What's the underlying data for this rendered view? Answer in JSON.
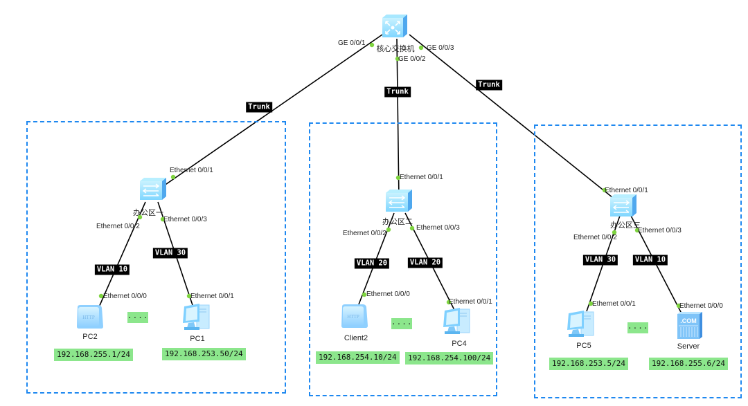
{
  "core": {
    "name": "核心交换机",
    "ports": [
      "GE 0/0/1",
      "GE 0/0/2",
      "GE 0/0/3"
    ]
  },
  "trunk_label": "Trunk",
  "zones": [
    {
      "name": "办公区一",
      "uplink_port": "Ethernet 0/0/1",
      "left_port": "Ethernet 0/0/2",
      "right_port": "Ethernet 0/0/3",
      "left_vlan": "VLAN 10",
      "right_vlan": "VLAN 30",
      "left_device": {
        "name": "PC2",
        "type": "http-client",
        "port": "Ethernet 0/0/0",
        "ip": "192.168.255.1/24"
      },
      "right_device": {
        "name": "PC1",
        "type": "pc",
        "port": "Ethernet 0/0/1",
        "ip": "192.168.253.50/24"
      },
      "ellipsis": "...."
    },
    {
      "name": "办公区二",
      "uplink_port": "Ethernet 0/0/1",
      "left_port": "Ethernet 0/0/2",
      "right_port": "Ethernet 0/0/3",
      "left_vlan": "VLAN 20",
      "right_vlan": "VLAN 20",
      "left_device": {
        "name": "Client2",
        "type": "http-client",
        "port": "Ethernet 0/0/0",
        "ip": "192.168.254.10/24"
      },
      "right_device": {
        "name": "PC4",
        "type": "pc",
        "port": "Ethernet 0/0/1",
        "ip": "192.168.254.100/24"
      },
      "ellipsis": "...."
    },
    {
      "name": "办公区三",
      "uplink_port": "Ethernet 0/0/1",
      "left_port": "Ethernet 0/0/2",
      "right_port": "Ethernet 0/0/3",
      "left_vlan": "VLAN 30",
      "right_vlan": "VLAN 10",
      "left_device": {
        "name": "PC5",
        "type": "pc",
        "port": "Ethernet 0/0/1",
        "ip": "192.168.253.5/24"
      },
      "right_device": {
        "name": "Server",
        "type": "server",
        "port": "Ethernet 0/0/0",
        "ip": "192.168.255.6/24"
      },
      "ellipsis": "...."
    }
  ],
  "colors": {
    "zone_border": "#1e88f0",
    "port_dot": "#7ed43f",
    "ip_bg": "#8ce68c",
    "tag_bg": "#000000",
    "device_blue": "#8fdcff"
  }
}
